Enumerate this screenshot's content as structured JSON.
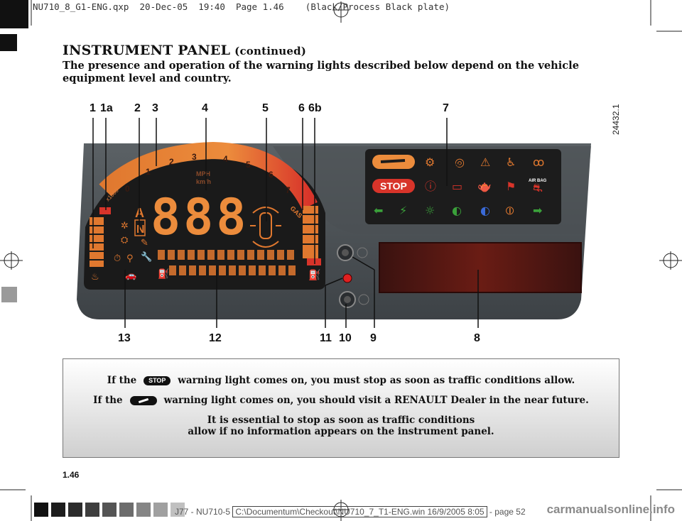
{
  "print_header": "NU710_8_G1-ENG.qxp  20-Dec-05  19:40  Page 1.46    (Black/Process Black plate)",
  "title": {
    "main": "INSTRUMENT PANEL",
    "continued": "(continued)"
  },
  "intro": "The presence and operation of the warning lights described below depend on the vehicle equipment level and country.",
  "reference_code": "24432.1",
  "callouts_top": [
    "1",
    "1a",
    "2",
    "3",
    "4",
    "5",
    "6",
    "6b",
    "7"
  ],
  "callouts_bottom": [
    "13",
    "12",
    "11",
    "10",
    "9",
    "8"
  ],
  "panel": {
    "speed_unit_1": "MPH",
    "speed_unit_2": "km/h",
    "digits": "888",
    "gear": "N",
    "tacho_scale": [
      "0",
      "1",
      "2",
      "3",
      "4",
      "5",
      "6",
      "7"
    ],
    "tacho_unit": "x1000",
    "gas_label": "GAS",
    "stop_label": "STOP",
    "abs_label": "ABS",
    "airbag_label": "AIR BAG"
  },
  "note": {
    "line1_pre": "If the",
    "line1_icon": "STOP",
    "line1_post": "warning light comes on, you must stop as soon as traffic conditions allow.",
    "line2_pre": "If the",
    "line2_icon": "spanner-icon",
    "line2_post": "warning light comes on, you should visit a RENAULT Dealer in the near future.",
    "line3": "It is essential to stop as soon as traffic conditions",
    "line4": "allow if no information appears on the instrument panel."
  },
  "page_number": "1.46",
  "footer": {
    "prefix": "J77 - NU710-5",
    "path": "C:\\Documentum\\Checkout\\NU710_7_T1-ENG.win 16/9/2005 8:05",
    "suffix": "- page 52"
  },
  "watermark": "carmanualsonline.info"
}
